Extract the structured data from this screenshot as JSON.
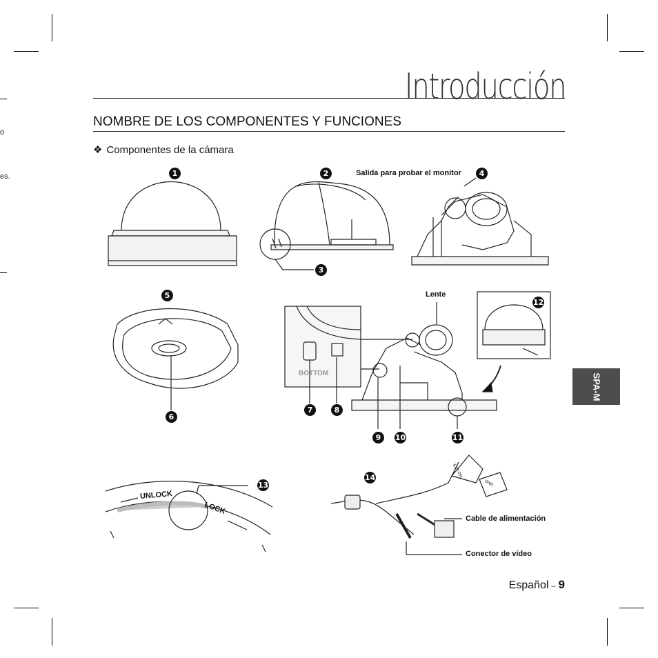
{
  "header": {
    "title": "Introducción"
  },
  "section": {
    "title": "NOMBRE DE LOS COMPONENTES Y FUNCIONES"
  },
  "subsection": {
    "bullet": "❖",
    "title": "Componentes de la cámara"
  },
  "labels": {
    "monitor_out": "Salida para probar el monitor",
    "lens": "Lente",
    "power_cable": "Cable de alimentación",
    "video_connector": "Conector de vídeo"
  },
  "callouts": [
    "1",
    "2",
    "3",
    "4",
    "5",
    "6",
    "7",
    "8",
    "9",
    "10",
    "11",
    "12",
    "13",
    "14"
  ],
  "illustration_text": {
    "unlock": "UNLOCK",
    "lock": "LOCK",
    "bottom": "BOTTOM",
    "ext_dn": "EXT-DN",
    "gnd": "GND"
  },
  "side_tab": {
    "label": "SPA-M"
  },
  "footer": {
    "language": "Español",
    "page": "9"
  },
  "margin_fragments": [
    "o",
    "es."
  ]
}
